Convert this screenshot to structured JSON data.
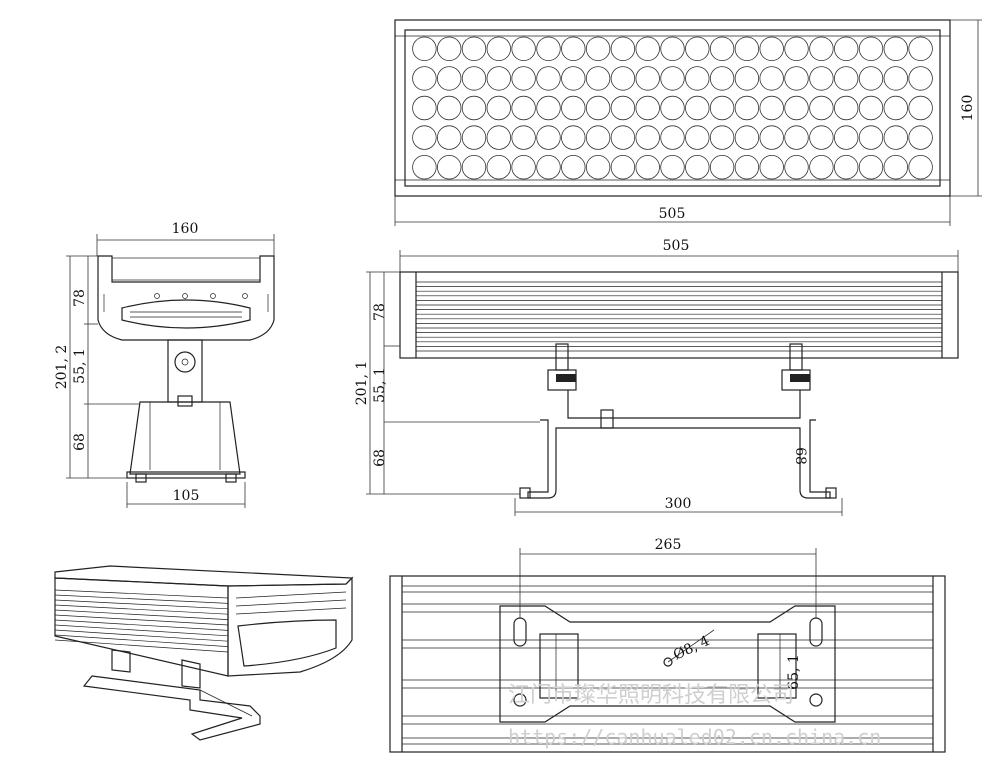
{
  "views": {
    "front": {
      "height": "160",
      "length": "505",
      "lens_rows": 5,
      "lens_cols": 21
    },
    "side": {
      "width": "160",
      "body_height": "78",
      "total_height": "201, 2",
      "bracket_height": "55, 1",
      "base_height": "68",
      "base_width": "105"
    },
    "elevation": {
      "length": "505",
      "body_height": "78",
      "total_height": "201, 1",
      "bracket_height": "55, 1",
      "base_height": "68",
      "base_height_right": "68",
      "foot_span": "300"
    },
    "bottom": {
      "hole_spacing": "265",
      "hole_diameter": "Ø8, 4",
      "slot_length": "65, 1"
    }
  },
  "watermark": {
    "company": "江门市璨华照明科技有限公司",
    "url": "https://canhualed02.cn.china.cn"
  }
}
